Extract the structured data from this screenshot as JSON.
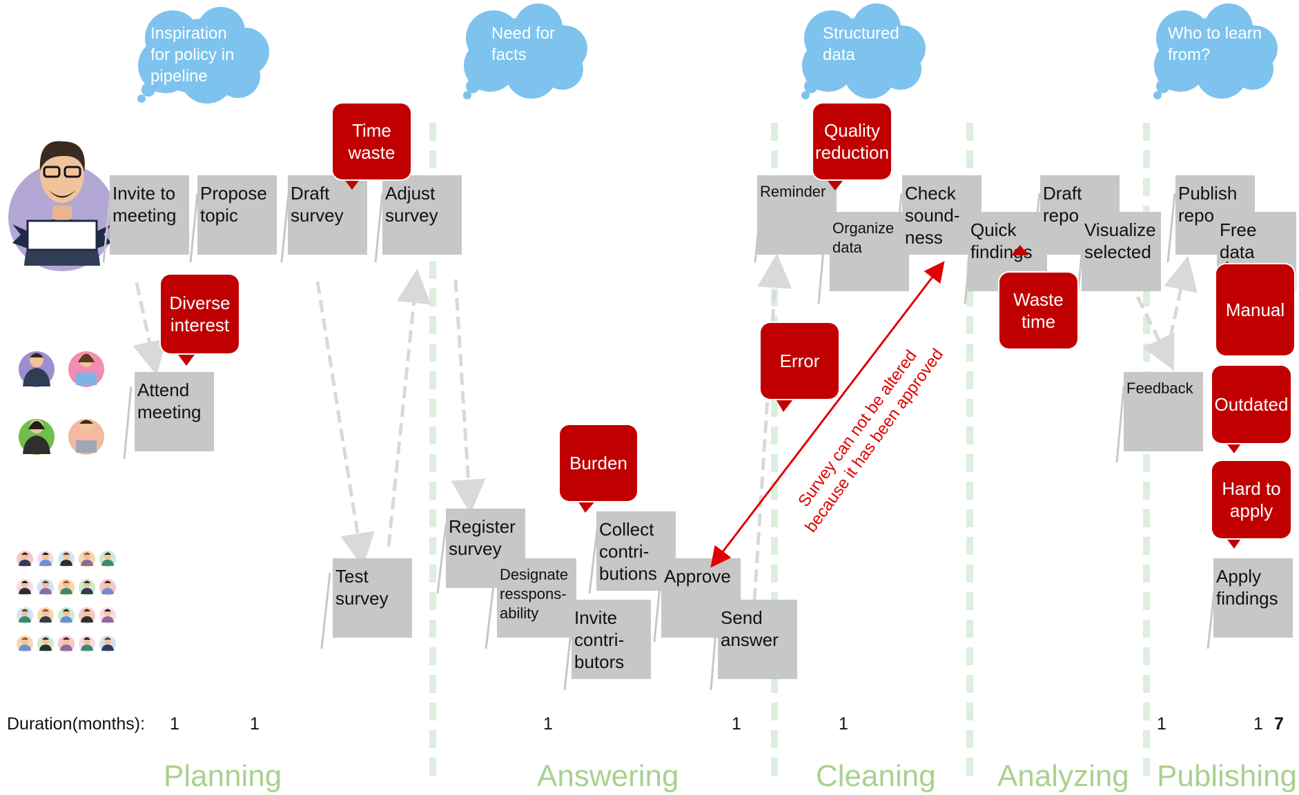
{
  "colors": {
    "task_box": "#c7c7c7",
    "callout": "#c00000",
    "cloud": "#7dc3ed",
    "phase_divider": "#dceedd",
    "phase_label": "#a9d18e",
    "arrow": "#e00000"
  },
  "clouds": [
    "Inspiration\nfor policy in\npipeline",
    "Need for\nfacts",
    "Structured\ndata",
    "Who to learn\nfrom?"
  ],
  "actors": {
    "manager": "manager-avatar-icon",
    "team": "team-avatars-icon",
    "participants": "participants-avatars-icon"
  },
  "tasks": {
    "invite": "Invite to\nmeeting",
    "propose": "Propose\ntopic",
    "draft": "Draft\nsurvey",
    "adjust": "Adjust\nsurvey",
    "attend": "Attend\nmeeting",
    "test": "Test\nsurvey",
    "register": "Register\nsurvey",
    "designate": "Designate\nresspons-\nability",
    "collect": "Collect\ncontri-\nbutions",
    "invite_contrib": "Invite\ncontri-\nbutors",
    "approve": "Approve",
    "send": "Send\nanswer",
    "reminder": "Reminder",
    "organize": "Organize\ndata",
    "check": "Check\nsound-\nness",
    "quick": "Quick\nfindings",
    "draft_report": "Draft\nrepo",
    "visualize": "Visualize\nselected",
    "feedback": "Feedback",
    "publish_report": "Publish\nrepo",
    "free_data": "Free data",
    "apply": "Apply\nfindings"
  },
  "callouts": {
    "time_waste": "Time\nwaste",
    "diverse": "Diverse\ninterest",
    "burden": "Burden",
    "quality": "Quality\nreduction",
    "error": "Error",
    "waste_time": "Waste\ntime",
    "manual": "Manual",
    "outdated": "Outdated",
    "hard": "Hard to\napply"
  },
  "annotation": "Survey can not be altered\nbecause it has been approved",
  "duration": {
    "label": "Duration(months):",
    "values": [
      "1",
      "1",
      "1",
      "1",
      "1",
      "1",
      "1"
    ],
    "total": "7"
  },
  "phases": [
    "Planning",
    "Answering",
    "Cleaning",
    "Analyzing",
    "Publishing"
  ]
}
